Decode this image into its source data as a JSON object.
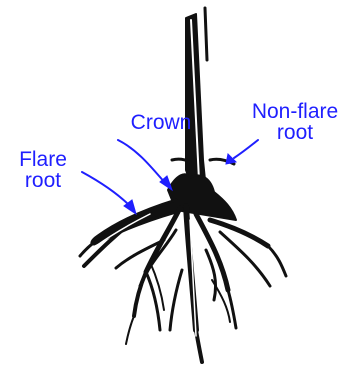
{
  "diagram": {
    "accent_color": "#1f1fff",
    "ink_color": "#111111",
    "labels": {
      "crown": "Crown",
      "flare_root_line1": "Flare",
      "flare_root_line2": "root",
      "non_flare_root_line1": "Non-flare",
      "non_flare_root_line2": "root"
    }
  }
}
